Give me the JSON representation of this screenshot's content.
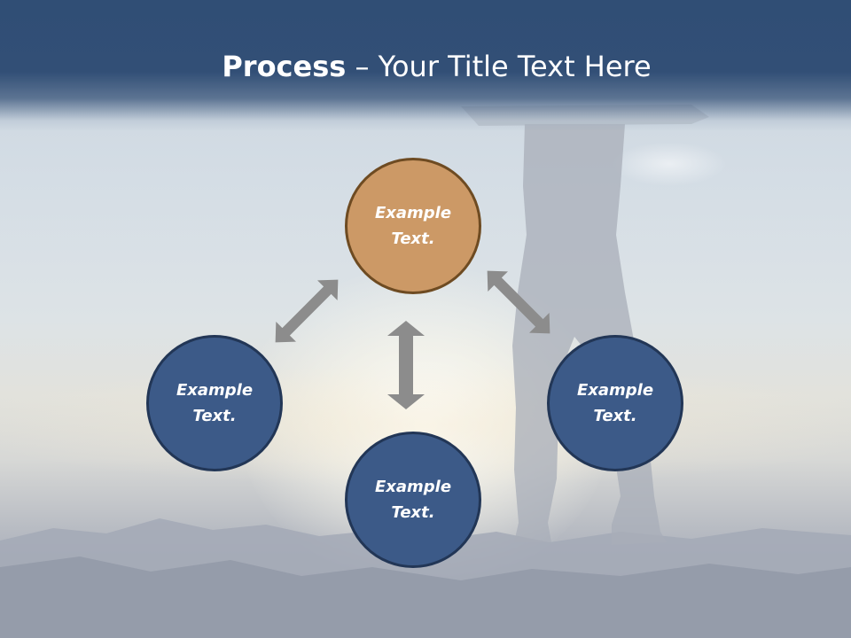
{
  "slide": {
    "title_bold": "Process",
    "title_rest": " – Your Title Text Here"
  },
  "diagram": {
    "nodes": [
      {
        "id": "top",
        "label": "Example\nText.",
        "color": "#cc9966"
      },
      {
        "id": "left",
        "label": "Example\nText.",
        "color": "#3c5a88"
      },
      {
        "id": "right",
        "label": "Example\nText.",
        "color": "#3c5a88"
      },
      {
        "id": "bottom",
        "label": "Example\nText.",
        "color": "#3c5a88"
      }
    ],
    "connectors": [
      {
        "from": "top",
        "to": "left",
        "style": "double-arrow"
      },
      {
        "from": "top",
        "to": "right",
        "style": "double-arrow"
      },
      {
        "from": "top",
        "to": "bottom",
        "style": "double-arrow"
      }
    ]
  },
  "colors": {
    "header": "#304e75",
    "accent_orange": "#cc9966",
    "accent_blue": "#3c5a88",
    "arrow": "#8c8c8c"
  }
}
